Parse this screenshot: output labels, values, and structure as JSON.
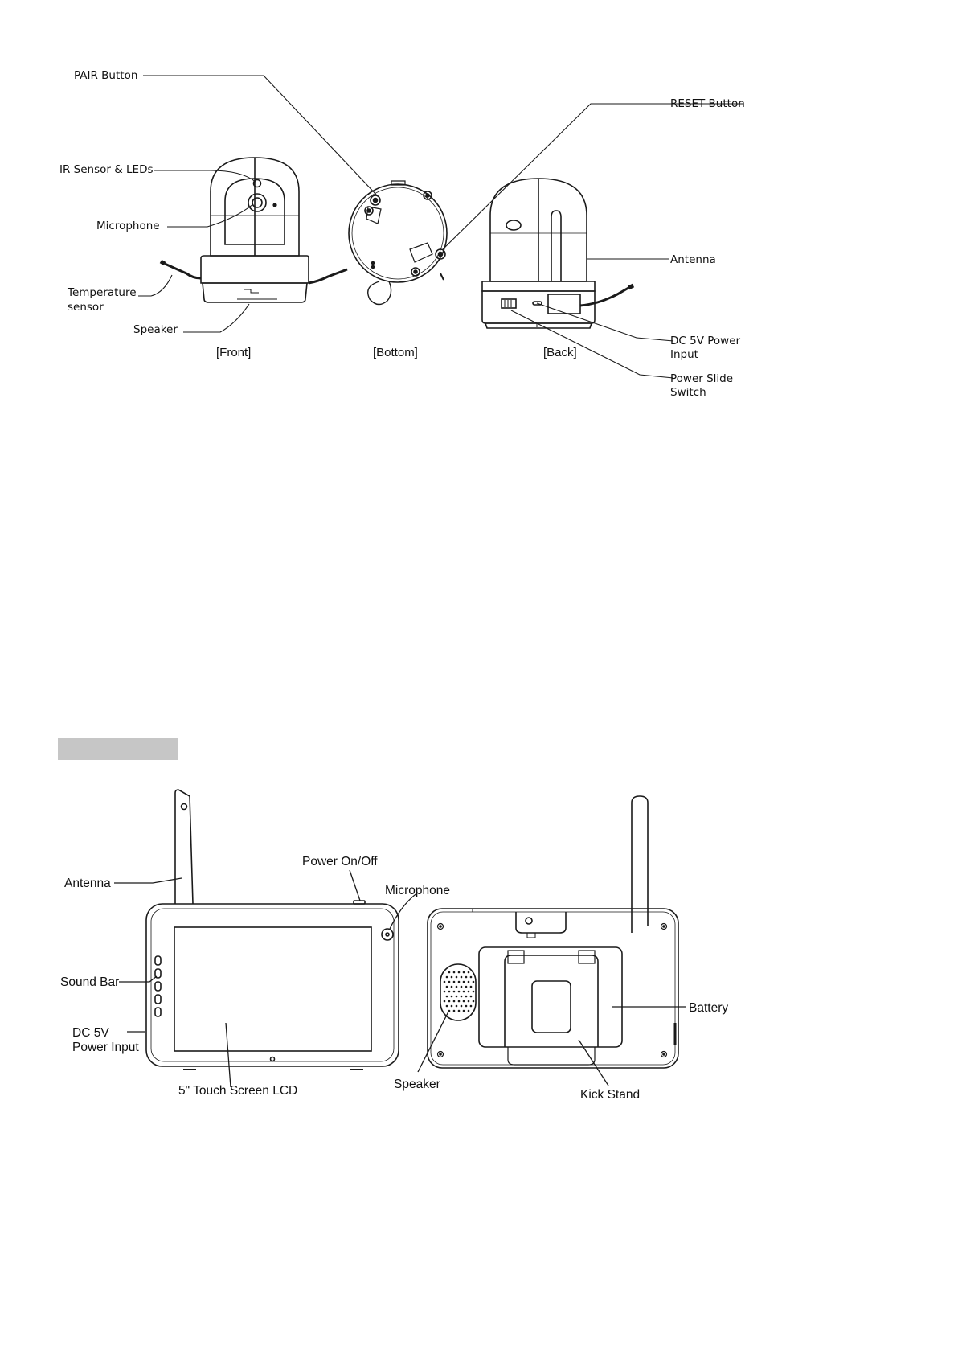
{
  "camera": {
    "views": {
      "front": "[Front]",
      "bottom": "[Bottom]",
      "back": "[Back]"
    },
    "labels": {
      "pair_button": "PAIR Button",
      "reset_button": "RESET Button",
      "ir_sensor": "IR Sensor & LEDs",
      "microphone": "Microphone",
      "antenna": "Antenna",
      "temperature_line1": "Temperature",
      "temperature_line2": "sensor",
      "speaker": "Speaker",
      "dc_power_line1": "DC 5V Power",
      "dc_power_line2": "Input",
      "power_switch_line1": "Power Slide",
      "power_switch_line2": "Switch"
    }
  },
  "monitor": {
    "labels": {
      "antenna": "Antenna",
      "power_onoff": "Power On/Off",
      "microphone": "Microphone",
      "sound_bar": "Sound Bar",
      "dc_power_line1": "DC 5V",
      "dc_power_line2": "Power Input",
      "touch_screen": "5\" Touch Screen LCD",
      "speaker": "Speaker",
      "battery": "Battery",
      "kick_stand": "Kick Stand"
    }
  },
  "colors": {
    "line": "#1a1a1a",
    "section_bar": "#c6c6c6"
  }
}
